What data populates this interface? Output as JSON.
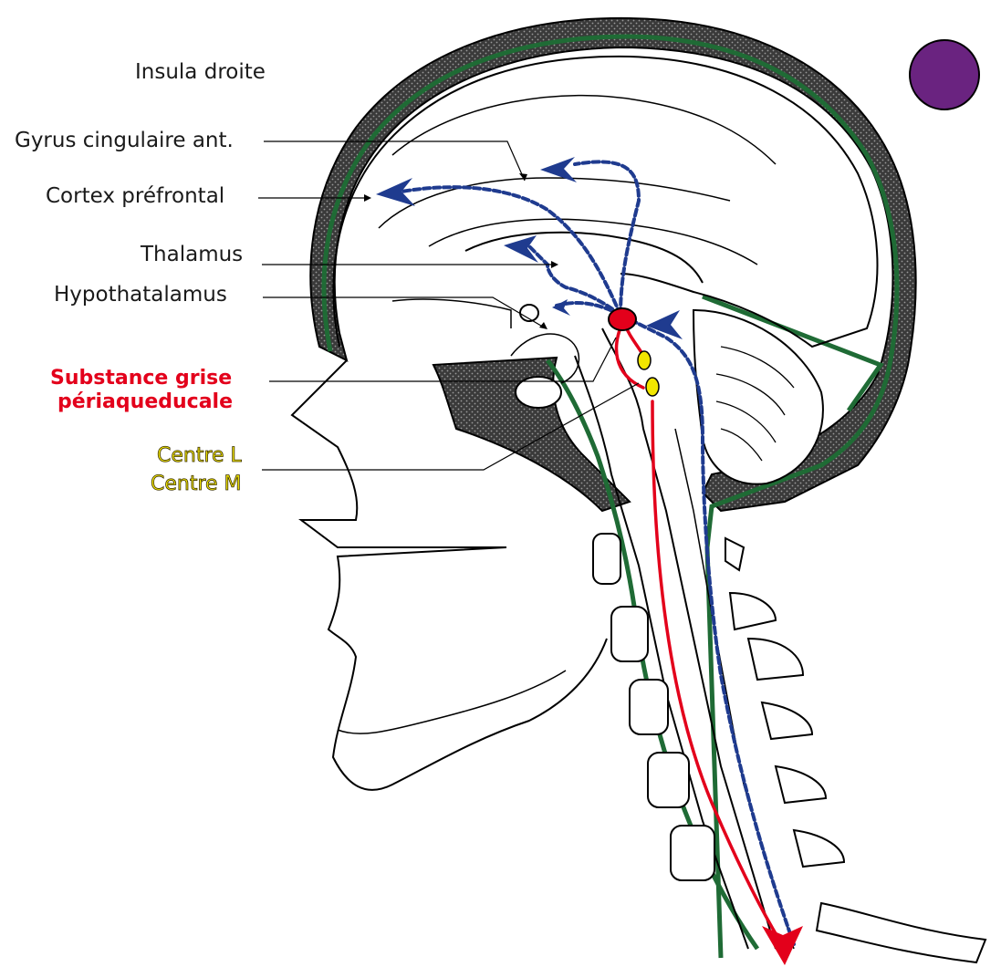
{
  "labels": {
    "insula": "Insula droite",
    "cingulate": "Gyrus cingulaire ant.",
    "prefrontal": "Cortex préfrontal",
    "thalamus": "Thalamus",
    "hypothalamus": "Hypothatalamus",
    "pag_line1": "Substance grise",
    "pag_line2": "périaqueducale",
    "center_l": "Centre L",
    "center_m": "Centre M"
  },
  "colors": {
    "insula_marker": "#6a2380",
    "ascending_pathway": "#1f3b8f",
    "descending_pathway": "#e3001b",
    "meninges": "#1f6b35",
    "centers": "#f2e600",
    "skull_fill": "#2a2a2a"
  }
}
